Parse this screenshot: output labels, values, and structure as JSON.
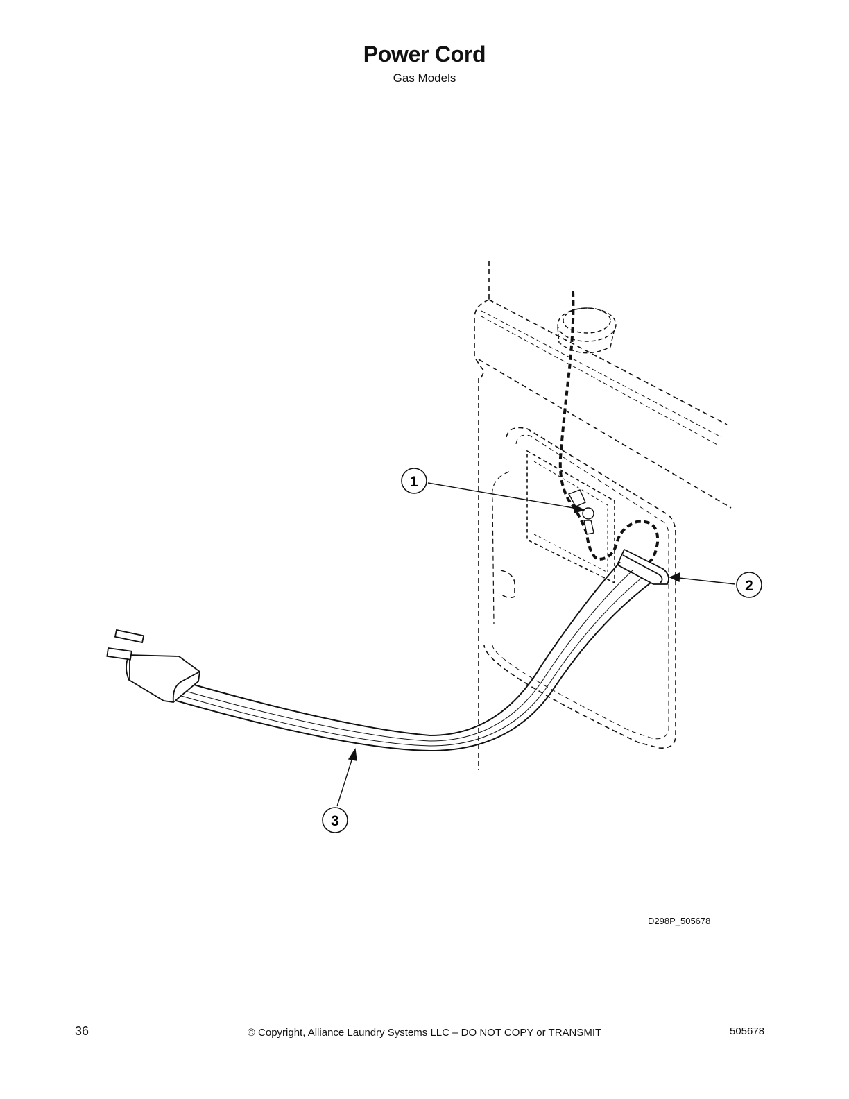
{
  "header": {
    "title": "Power Cord",
    "subtitle": "Gas Models"
  },
  "figure": {
    "callouts": [
      "1",
      "2",
      "3"
    ],
    "drawing_id": "D298P_505678"
  },
  "footer": {
    "page_number": "36",
    "copyright": "© Copyright, Alliance Laundry Systems LLC – DO NOT COPY or TRANSMIT",
    "document_number": "505678"
  }
}
